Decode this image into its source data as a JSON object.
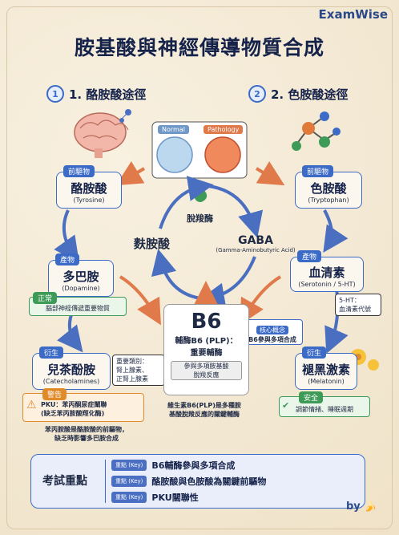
{
  "brand": "ExamWise",
  "title": "胺基酸與神經傳導物質合成",
  "sections": [
    {
      "num": "1",
      "label": "1. 酪胺酸途徑"
    },
    {
      "num": "2",
      "label": "2. 色胺酸途徑"
    }
  ],
  "cells": {
    "normal": "Normal",
    "pathology": "Pathology"
  },
  "enzyme": "脫羧酶",
  "glutamate": "麩胺酸",
  "gaba": {
    "name": "GABA",
    "full": "(Gamma-Aminobutyric Acid)"
  },
  "left": {
    "precursor": {
      "tag": "前驅物",
      "name": "酪胺酸",
      "en": "(Tyrosine)"
    },
    "product": {
      "tag": "產物",
      "name": "多巴胺",
      "en": "(Dopamine)"
    },
    "correct": {
      "tag": "正常",
      "text": "腦部神經傳遞重要物質"
    },
    "derived": {
      "tag": "衍生",
      "name": "兒茶酚胺",
      "en": "(Catecholamines)"
    },
    "side": "重要類別：\n腎上腺素、\n正腎上腺素",
    "warn": {
      "tag": "警告",
      "text": "PKU：苯丙酮尿症闡聯\n(缺乏苯丙胺酸羥化酶)"
    },
    "foot": "苯丙胺酸是酪胺酸的前驅物，\n缺乏時影響多巴胺合成"
  },
  "right": {
    "precursor": {
      "tag": "前驅物",
      "name": "色胺酸",
      "en": "(Tryptophan)"
    },
    "product": {
      "tag": "產物",
      "name": "血清素",
      "en": "(Serotonin / 5-HT)"
    },
    "side": "5-HT：\n血清素代號",
    "derived": {
      "tag": "衍生",
      "name": "褪黑激素",
      "en": "(Melatonin)"
    },
    "safe": {
      "tag": "安全",
      "text": "調節情緒、睡眠週期"
    }
  },
  "center": {
    "concept_tag": "核心概念",
    "concept": "B6參與多項合成",
    "b6": "B6",
    "b6_sub": "輔酶B6 (PLP)：\n重要輔酶",
    "b6_role": "參與多項胺基酸\n脫羧反應",
    "b6_note": "維生素B6(PLP)是多種胺\n基酸脫羧反應的關鍵輔酶"
  },
  "exam": {
    "title": "考試重點",
    "badge": "重點 (Key)",
    "items": [
      "B6輔酶參與多項合成",
      "酪胺酸與色胺酸為關鍵前驅物",
      "PKU關聯性"
    ]
  },
  "by": "by"
}
